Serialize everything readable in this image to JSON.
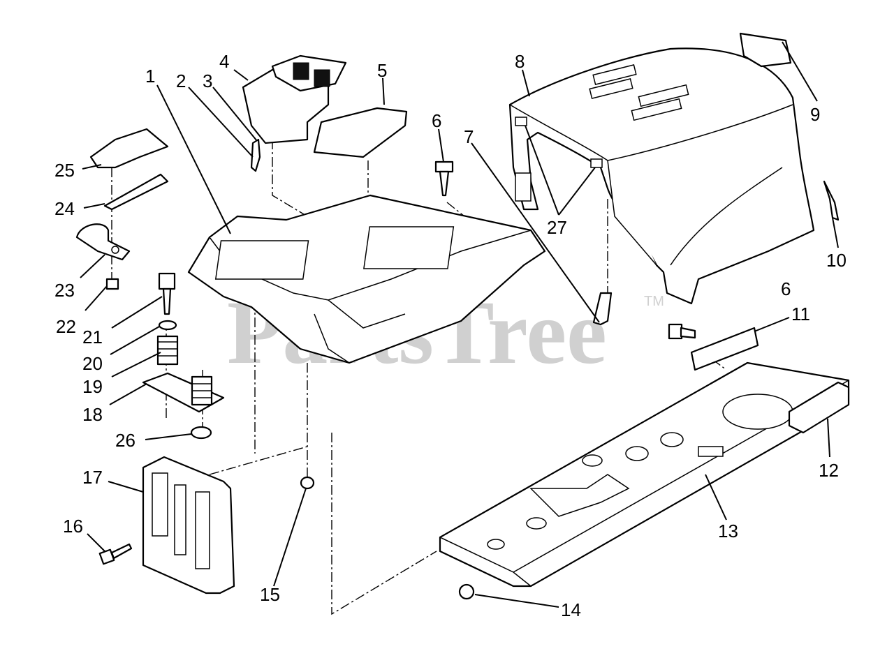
{
  "watermark": {
    "brand": "PartsTree",
    "trademark": "TM"
  },
  "callouts": [
    {
      "id": "c1",
      "label": "1"
    },
    {
      "id": "c2",
      "label": "2"
    },
    {
      "id": "c3",
      "label": "3"
    },
    {
      "id": "c4",
      "label": "4"
    },
    {
      "id": "c5",
      "label": "5"
    },
    {
      "id": "c6a",
      "label": "6"
    },
    {
      "id": "c6b",
      "label": "6"
    },
    {
      "id": "c7",
      "label": "7"
    },
    {
      "id": "c8",
      "label": "8"
    },
    {
      "id": "c9",
      "label": "9"
    },
    {
      "id": "c10",
      "label": "10"
    },
    {
      "id": "c11",
      "label": "11"
    },
    {
      "id": "c12",
      "label": "12"
    },
    {
      "id": "c13",
      "label": "13"
    },
    {
      "id": "c14",
      "label": "14"
    },
    {
      "id": "c15",
      "label": "15"
    },
    {
      "id": "c16",
      "label": "16"
    },
    {
      "id": "c17",
      "label": "17"
    },
    {
      "id": "c18",
      "label": "18"
    },
    {
      "id": "c19",
      "label": "19"
    },
    {
      "id": "c20",
      "label": "20"
    },
    {
      "id": "c21",
      "label": "21"
    },
    {
      "id": "c22",
      "label": "22"
    },
    {
      "id": "c23",
      "label": "23"
    },
    {
      "id": "c24",
      "label": "24"
    },
    {
      "id": "c25",
      "label": "25"
    },
    {
      "id": "c26",
      "label": "26"
    },
    {
      "id": "c27",
      "label": "27"
    }
  ]
}
